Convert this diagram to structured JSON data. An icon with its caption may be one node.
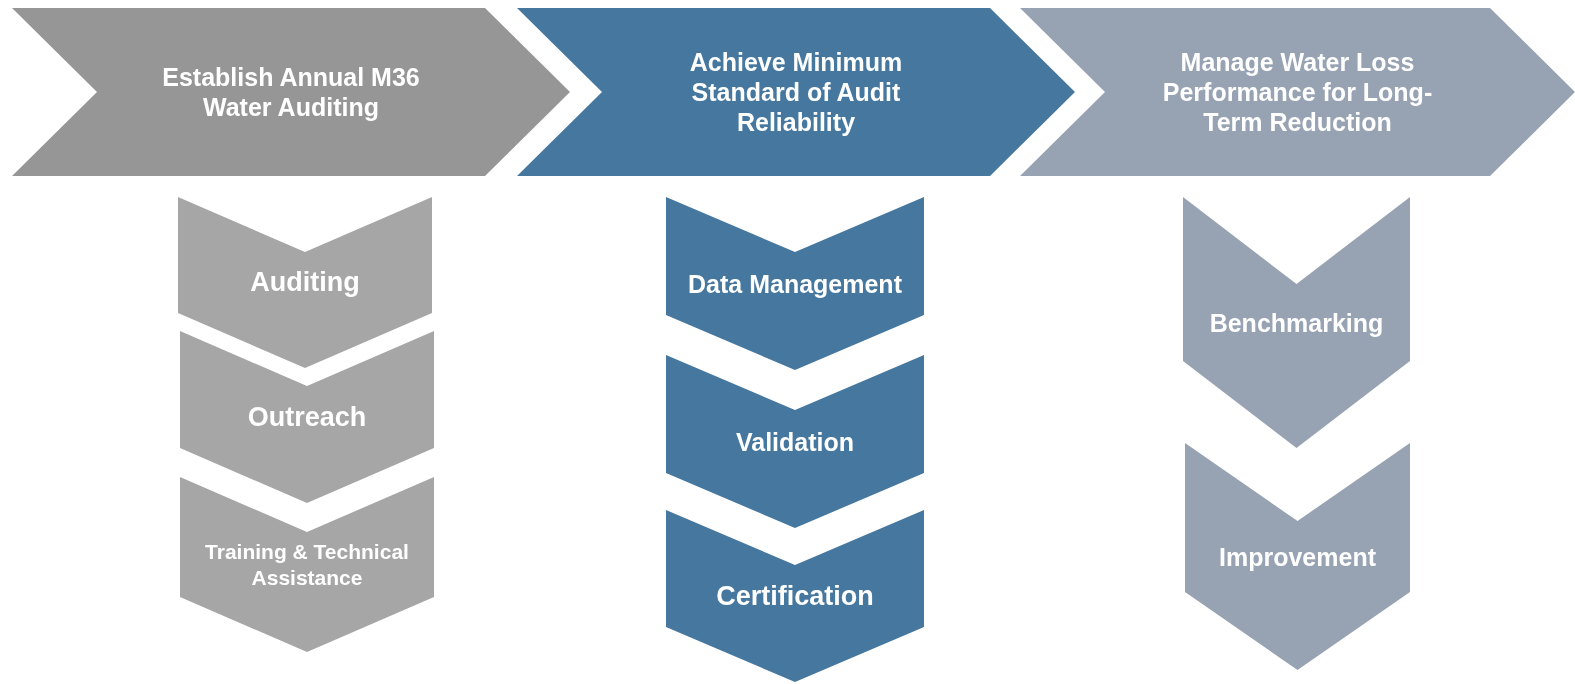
{
  "diagram": {
    "nodes": [
      {
        "text": [
          "Establish Annual M36 Water Auditing"
        ]
      },
      {
        "text": [
          "Achieve Minimum Standard of Audit Reliability"
        ]
      },
      {
        "text": [
          "Manage Water Loss Performance for Long-Term Reduction"
        ]
      },
      {
        "text": [
          "Auditing"
        ]
      },
      {
        "text": [
          "Outreach"
        ]
      },
      {
        "text": [
          "Training & Technical Assistance"
        ]
      },
      {
        "text": [
          "Data Management"
        ]
      },
      {
        "text": [
          "Validation"
        ]
      },
      {
        "text": [
          "Certification"
        ]
      },
      {
        "text": [
          "Benchmarking"
        ]
      },
      {
        "text": [
          "Improvement"
        ]
      }
    ]
  }
}
